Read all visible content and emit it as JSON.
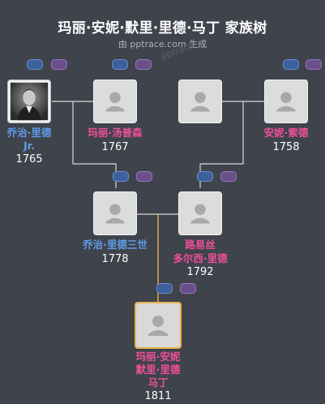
{
  "header": {
    "title": "玛丽·安妮·默里·里德·马丁 家族树",
    "subtitle": "由 pptrace.com 生成",
    "watermark": "pptrace"
  },
  "people": {
    "george_sr": {
      "name_line1": "乔治·里德",
      "name_line2": "Jr.",
      "year": "1765"
    },
    "mary_thompson": {
      "name_line1": "玛丽·汤普森",
      "year": "1767"
    },
    "unknown_mother": {},
    "anne_sood": {
      "name_line1": "安妮·索德",
      "year": "1758"
    },
    "george_iii": {
      "name_line1": "乔治·里德三世",
      "year": "1778"
    },
    "louisa": {
      "name_line1": "路易丝",
      "name_line2": "多尔西·里德",
      "year": "1792"
    },
    "mary_martin": {
      "name_line1": "玛丽·安妮",
      "name_line2": "默里·里德",
      "name_line3": "马丁",
      "year": "1811"
    }
  },
  "colors": {
    "background": "#3f434b",
    "male": "#5e9de8",
    "female": "#ef4f9a",
    "focus_border": "#e6b24c",
    "connector": "#d9d9d9",
    "focus_connector": "#e6b24c"
  }
}
